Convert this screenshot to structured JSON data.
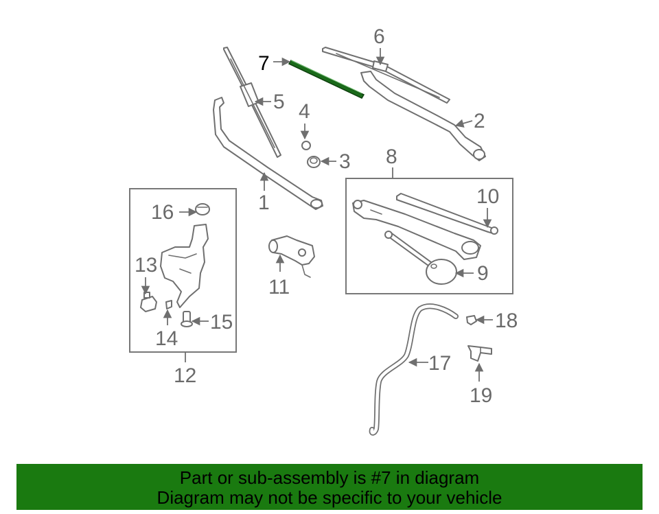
{
  "callouts": {
    "c1": "1",
    "c2": "2",
    "c3": "3",
    "c4": "4",
    "c5": "5",
    "c6": "6",
    "c7": "7",
    "c8": "8",
    "c9": "9",
    "c10": "10",
    "c11": "11",
    "c12": "12",
    "c13": "13",
    "c14": "14",
    "c15": "15",
    "c16": "16",
    "c17": "17",
    "c18": "18",
    "c19": "19"
  },
  "highlighted_part": "7",
  "colors": {
    "banner_background": "#1a7a10",
    "highlight_part": "#1a6b1a",
    "line_art": "#6f6f6f"
  },
  "banner": {
    "line1": "Part or sub-assembly is #7 in diagram",
    "line2": "Diagram may not be specific to your vehicle"
  }
}
